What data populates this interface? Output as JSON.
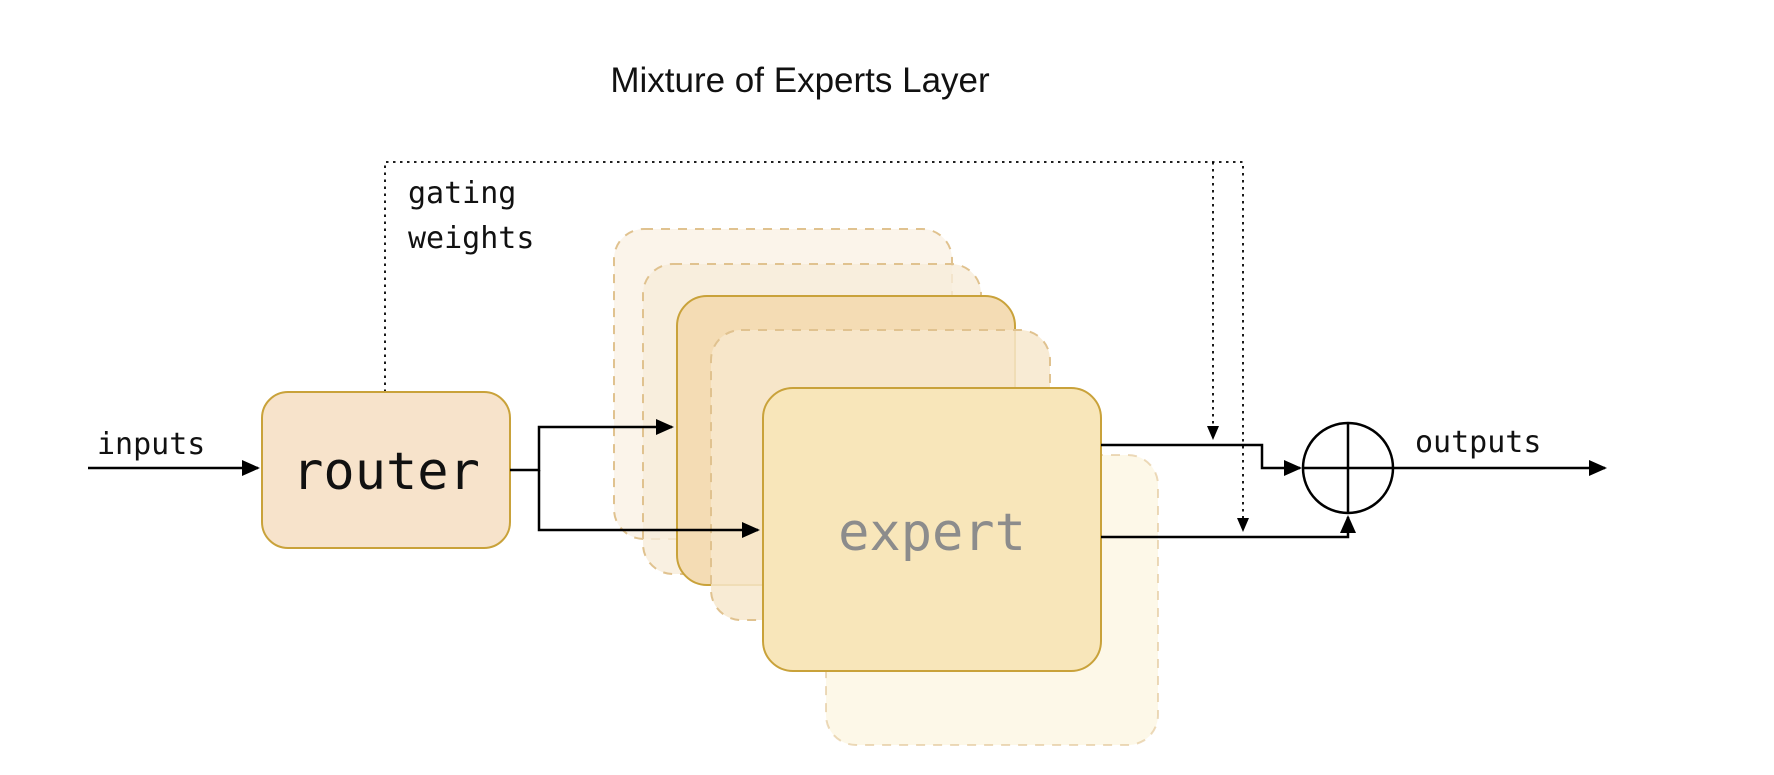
{
  "diagram": {
    "title": "Mixture of Experts Layer",
    "router": {
      "label": "router"
    },
    "expert": {
      "label": "expert"
    },
    "gating": {
      "label_line1": "gating",
      "label_line2": "weights"
    },
    "io": {
      "inputs_label": "inputs",
      "outputs_label": "outputs"
    },
    "colors": {
      "router_fill": "#f7e3cb",
      "router_stroke": "#c9a23a",
      "expert_back_fill": "#f4dcb4",
      "expert_front_fill": "#f8e6ba",
      "expert_stroke": "#c9a23a",
      "ghost_fill_1": "#faf0e3",
      "ghost_fill_2": "#f8ecd9",
      "ghost_fill_3": "#f7e8cd",
      "ghost_fill_4": "#fcf3d9",
      "ghost_stroke": "#e0c28f",
      "line_color": "#000000",
      "expert_text_color": "#8c8c8c"
    }
  }
}
